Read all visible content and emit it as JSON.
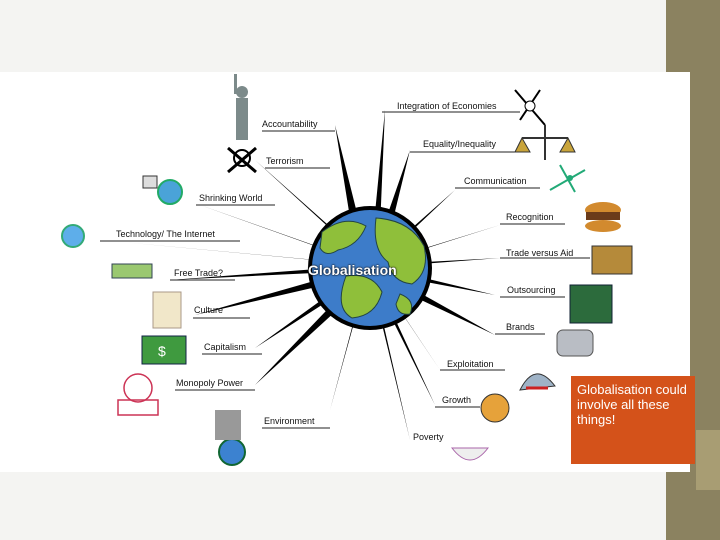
{
  "center": {
    "title": "Globalisation"
  },
  "left_labels": [
    "Accountability",
    "Terrorism",
    "Shrinking World",
    "Technology/ The Internet",
    "Free Trade?",
    "Culture",
    "Capitalism",
    "Monopoly Power",
    "Environment"
  ],
  "right_labels": [
    "Integration of Economies",
    "Equality/Inequality",
    "Communication",
    "Recognition",
    "Trade versus Aid",
    "Outsourcing",
    "Brands",
    "Exploitation",
    "Growth",
    "Poverty"
  ],
  "note": {
    "text": "Globalisation could involve all these things!"
  },
  "colors": {
    "note_bg": "#d4521a",
    "side_bar": "#8b8260",
    "globe_water": "#3d7cc9",
    "globe_land": "#8fbf3a"
  }
}
